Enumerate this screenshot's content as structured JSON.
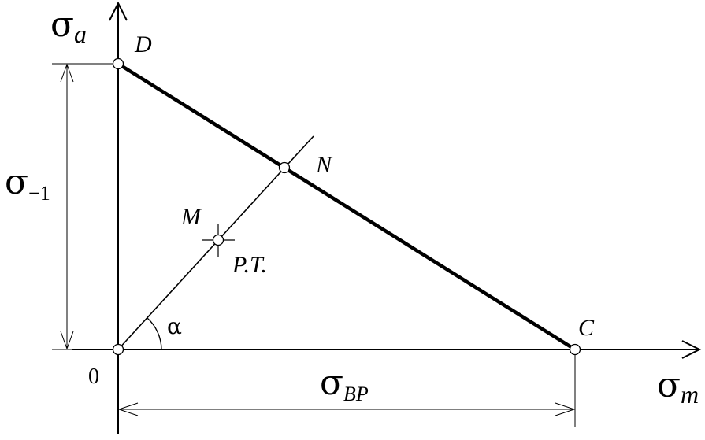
{
  "axes": {
    "y_symbol": "σ",
    "y_subscript": "a",
    "x_symbol": "σ",
    "x_subscript": "m",
    "origin_label": "0"
  },
  "points": {
    "D": "D",
    "N": "N",
    "M": "M",
    "C": "C",
    "PT": "P.T."
  },
  "angle_label": "α",
  "dimensions": {
    "vertical": {
      "symbol": "σ",
      "subscript": "−1"
    },
    "horizontal": {
      "symbol": "σ",
      "subscript": "BP"
    }
  },
  "colors": {
    "line": "#000000",
    "background": "#ffffff"
  }
}
